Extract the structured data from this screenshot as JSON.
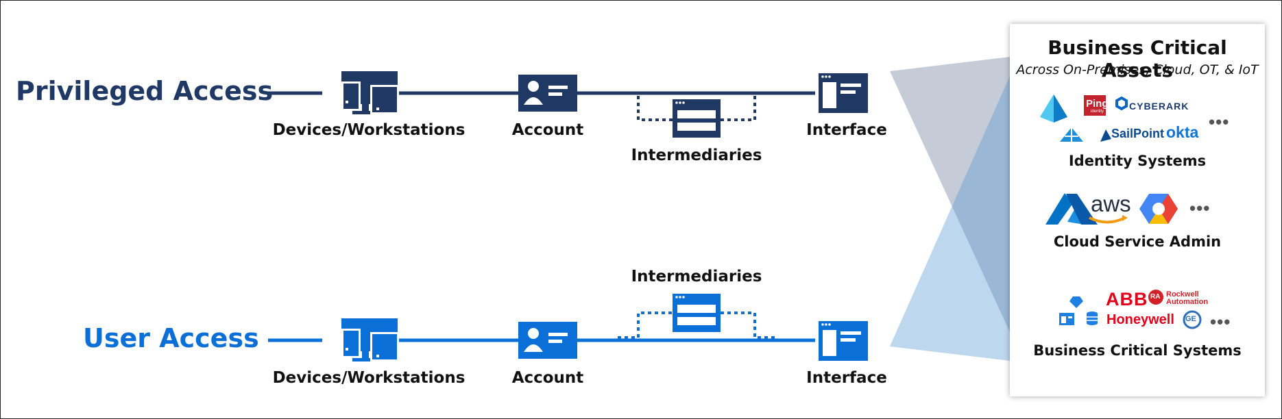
{
  "privileged": {
    "title": "Privileged Access",
    "devices_label": "Devices/Workstations",
    "account_label": "Account",
    "intermediaries_label": "Intermediaries",
    "interface_label": "Interface",
    "color": "#1f3864"
  },
  "user": {
    "title": "User Access",
    "devices_label": "Devices/Workstations",
    "account_label": "Account",
    "intermediaries_label": "Intermediaries",
    "interface_label": "Interface",
    "color": "#0a6fd6"
  },
  "assets": {
    "title": "Business Critical Assets",
    "subtitle": "Across On-Premises, Cloud, OT, & IoT",
    "identity": {
      "label": "Identity Systems",
      "logos": {
        "ping": "Ping",
        "ping_sub": "identity",
        "cyberark": "CYBERARK",
        "sailpoint": "SailPoint",
        "okta": "okta"
      },
      "more": "•••"
    },
    "cloud": {
      "label": "Cloud Service Admin",
      "logos": {
        "aws": "aws"
      },
      "more": "•••"
    },
    "critical": {
      "label": "Business Critical Systems",
      "logos": {
        "abb": "ABB",
        "rockwell_line1": "Rockwell",
        "rockwell_line2": "Automation",
        "rockwell_badge": "RA",
        "honeywell": "Honeywell",
        "ge": "GE"
      },
      "more": "•••"
    }
  },
  "icons": {
    "devices": "devices-icon",
    "account": "account-card-icon",
    "intermediary": "intermediary-window-icon",
    "interface": "interface-window-icon"
  }
}
